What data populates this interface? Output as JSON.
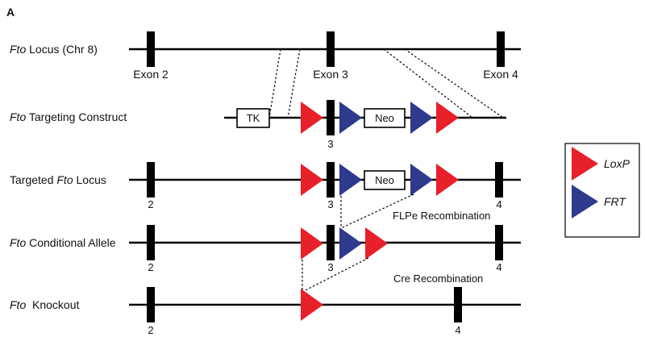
{
  "panel_label": "A",
  "rows": {
    "locus": {
      "italic": "Fto",
      "rest": " Locus (Chr 8)",
      "exon_labels": [
        "Exon 2",
        "Exon 3",
        "Exon 4"
      ]
    },
    "construct": {
      "italic": "Fto",
      "rest": " Targeting Construct",
      "tk": "TK",
      "neo": "Neo",
      "exon3": "3"
    },
    "targeted": {
      "pre": "Targeted ",
      "italic": "Fto",
      "rest": " Locus",
      "neo": "Neo",
      "exon_labels": [
        "2",
        "3",
        "4"
      ]
    },
    "conditional": {
      "italic": "Fto",
      "rest": " Conditional Allele",
      "exon_labels": [
        "2",
        "3",
        "4"
      ]
    },
    "knockout": {
      "italic": "Fto",
      "rest": "  Knockout",
      "exon_labels": [
        "2",
        "4"
      ]
    }
  },
  "annotations": {
    "flpe": "FLPe Recombination",
    "cre": "Cre Recombination"
  },
  "legend": {
    "loxp": "LoxP",
    "frt": "FRT"
  },
  "colors": {
    "loxp": "#e8202a",
    "frt": "#2e3a8c",
    "line": "#000000"
  }
}
